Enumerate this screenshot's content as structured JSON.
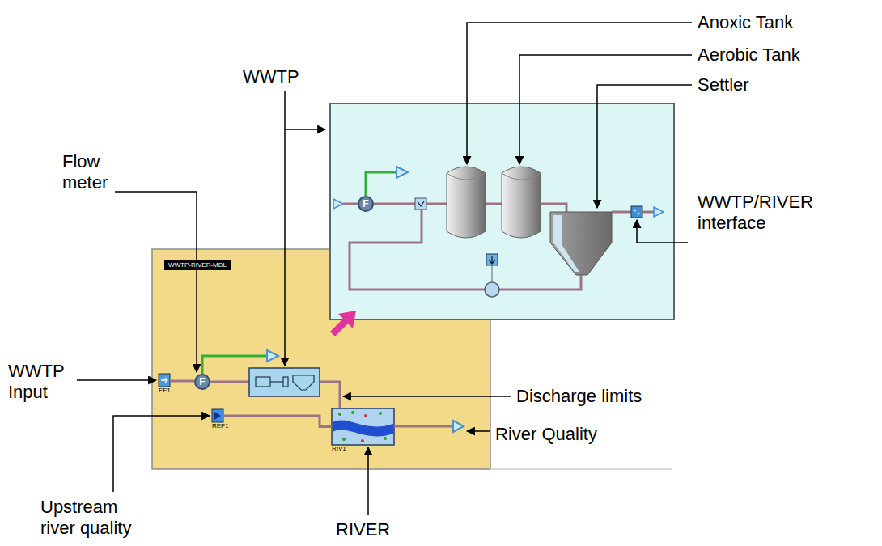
{
  "diagram": {
    "nodes": [
      {
        "text": [
          "WWTP-RIVER-MDL"
        ]
      },
      {
        "text": [
          "EF1"
        ],
        "in": 0
      },
      {
        "text": [
          "F"
        ],
        "in": 0
      },
      {
        "text": [
          "REF1"
        ],
        "in": 0
      },
      {
        "text": [
          "RIV1"
        ],
        "in": 0
      },
      {
        "text": [
          "F"
        ]
      }
    ],
    "edges": [
      {
        "from": 1,
        "to": 2,
        "arrow": "none"
      },
      {
        "from": 3,
        "to": 4,
        "arrow": "none"
      }
    ],
    "labels": [
      "WWTP",
      "Anoxic Tank",
      "Aerobic Tank",
      "Settler",
      "Flow meter",
      "WWTP/RIVER interface",
      "WWTP Input",
      "Discharge limits",
      "River Quality",
      "Upstream river quality",
      "RIVER"
    ]
  }
}
